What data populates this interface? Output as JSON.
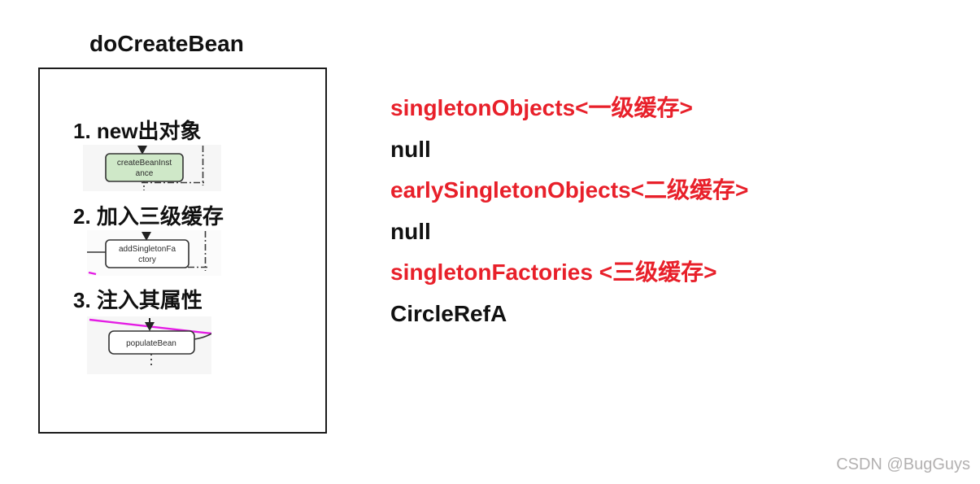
{
  "title": "doCreateBean",
  "watermark": "CSDN @BugGuys",
  "colors": {
    "highlight_red": "#e8202a",
    "magenta_line": "#e41ce4",
    "node_green_fill": "#cfe8c8",
    "node_border": "#333333",
    "panel_border": "#1b1b1b",
    "watermark_gray": "#b3b1b1"
  },
  "flow_panel": {
    "steps": [
      {
        "label": "1. new出对象",
        "node_line1": "createBeanInst",
        "node_line2": "ance"
      },
      {
        "label": "2. 加入三级缓存",
        "node_line1": "addSingletonFa",
        "node_line2": "ctory"
      },
      {
        "label": "3. 注入其属性",
        "node_line1": "populateBean"
      }
    ]
  },
  "cache_list": [
    {
      "name": "singletonObjects<一级缓存>",
      "value": "null"
    },
    {
      "name": "earlySingletonObjects<二级缓存>",
      "value": "null"
    },
    {
      "name": "singletonFactories <三级缓存>",
      "value": "CircleRefA"
    }
  ]
}
